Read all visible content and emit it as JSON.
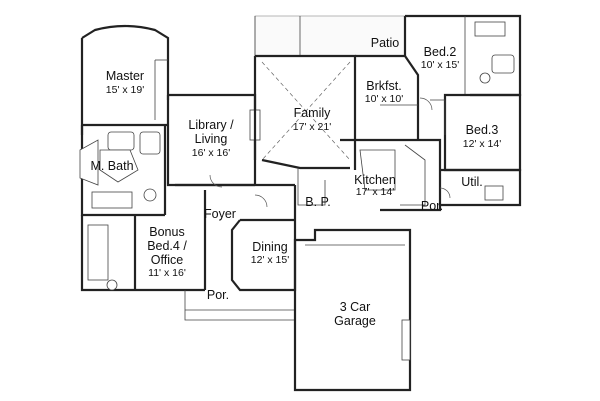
{
  "rooms": {
    "patio": {
      "name": "Patio"
    },
    "bed2": {
      "name": "Bed.2",
      "size": "10' x 15'"
    },
    "master": {
      "name": "Master",
      "size": "15' x 19'"
    },
    "family": {
      "name": "Family",
      "size": "17' x 21'"
    },
    "brkfst": {
      "name": "Brkfst.",
      "size": "10' x 10'"
    },
    "library": {
      "name_line1": "Library /",
      "name_line2": "Living",
      "size": "16' x 16'"
    },
    "bed3": {
      "name": "Bed.3",
      "size": "12' x 14'"
    },
    "mbath": {
      "name": "M. Bath"
    },
    "kitchen": {
      "name": "Kitchen",
      "size": "17' x 14'"
    },
    "util": {
      "name": "Util."
    },
    "foyer": {
      "name": "Foyer"
    },
    "bp": {
      "name": "B. P."
    },
    "por_right": {
      "name": "Por."
    },
    "bonus": {
      "name_line1": "Bonus",
      "name_line2": "Bed.4 /",
      "name_line3": "Office",
      "size": "11' x 16'"
    },
    "dining": {
      "name": "Dining",
      "size": "12' x 15'"
    },
    "por_front": {
      "name": "Por."
    },
    "garage": {
      "name_line1": "3 Car",
      "name_line2": "Garage"
    }
  },
  "colors": {
    "walls": "#222222",
    "background": "#ffffff"
  }
}
